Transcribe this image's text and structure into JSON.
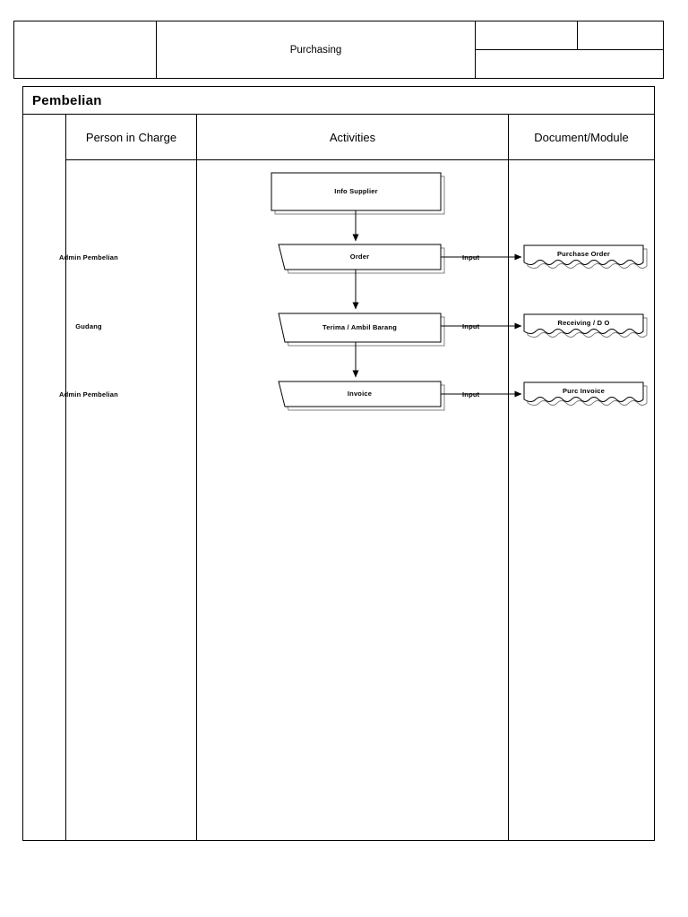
{
  "header": {
    "title": "Purchasing",
    "left_cell": "",
    "right_cell_top_1": "",
    "right_cell_top_2": "",
    "right_cell_bottom": ""
  },
  "process": {
    "name": "Pembelian"
  },
  "columns": [
    {
      "key": "pic",
      "header": "Person in Charge"
    },
    {
      "key": "activities",
      "header": "Activities"
    },
    {
      "key": "document",
      "header": "Document/Module"
    }
  ],
  "rows": [
    {
      "person_in_charge": "",
      "activity": "Info Supplier",
      "activity_shape": "rectangle",
      "edge_label": "",
      "document": ""
    },
    {
      "person_in_charge": "Admin Pembelian",
      "activity": "Order",
      "activity_shape": "trapezoid-manual-input",
      "edge_label": "Input",
      "document": "Purchase Order"
    },
    {
      "person_in_charge": "Gudang",
      "activity": "Terima / Ambil Barang",
      "activity_shape": "trapezoid-manual-input",
      "edge_label": "Input",
      "document": "Receiving / D O"
    },
    {
      "person_in_charge": "Admin Pembelian",
      "activity": "Invoice",
      "activity_shape": "trapezoid-manual-input",
      "edge_label": "Input",
      "document": "Purc Invoice"
    }
  ],
  "style": {
    "line_color": "#000000",
    "shadow_color": "#808080",
    "background": "#ffffff"
  }
}
